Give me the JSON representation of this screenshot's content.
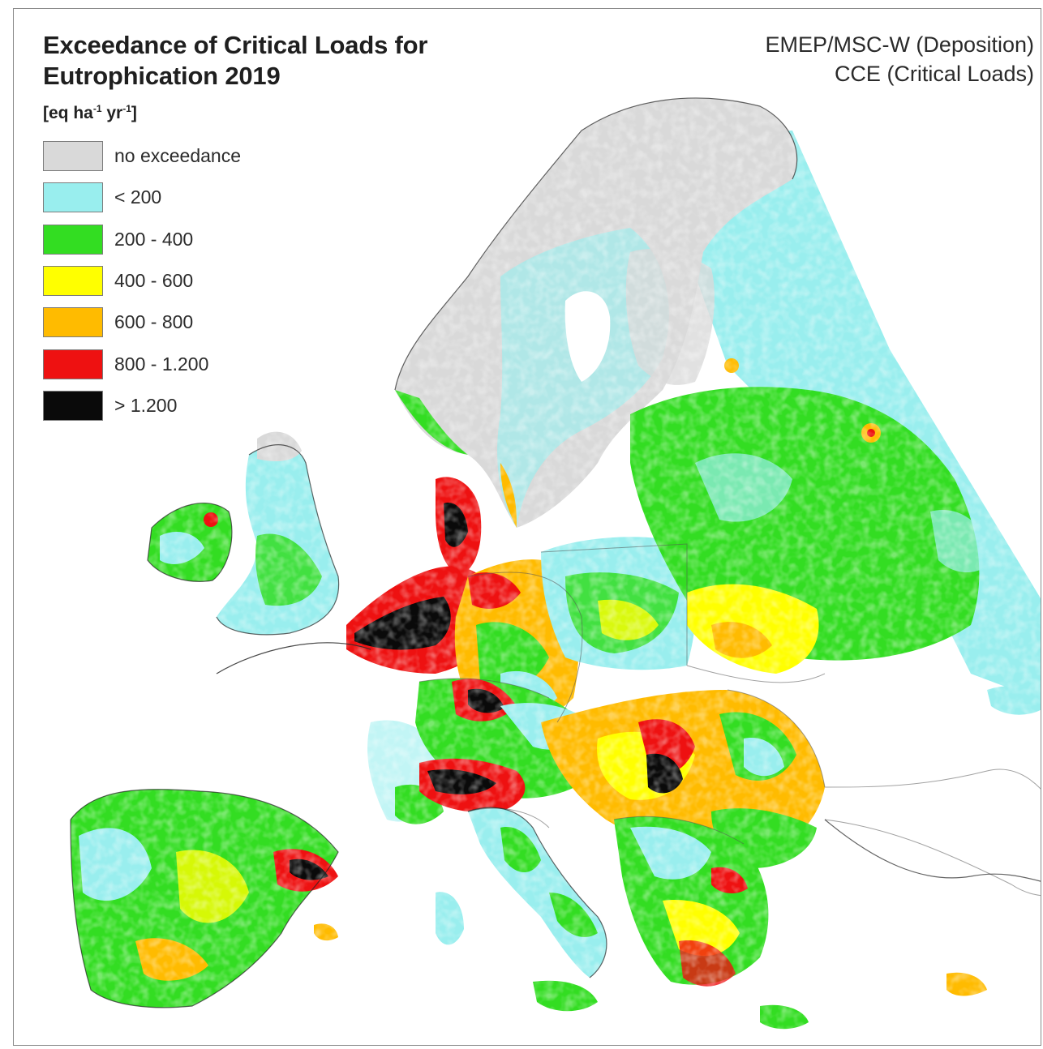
{
  "title": {
    "line1": "Exceedance of Critical Loads for",
    "line2": "Eutrophication 2019"
  },
  "credits": {
    "line1": "EMEP/MSC-W (Deposition)",
    "line2": "CCE (Critical Loads)"
  },
  "unit": {
    "prefix": "[eq ha",
    "exp1": "-1",
    "middle": " yr",
    "exp2": "-1",
    "suffix": "]"
  },
  "legend": [
    {
      "label": "no exceedance",
      "color": "#d9d9d9"
    },
    {
      "label": "< 200",
      "color": "#99eeee"
    },
    {
      "label": "200 - 400",
      "color": "#33dd22"
    },
    {
      "label": "400 - 600",
      "color": "#ffff00"
    },
    {
      "label": "600 - 800",
      "color": "#ffbb00"
    },
    {
      "label": "800 - 1.200",
      "color": "#ee1111"
    },
    {
      "label": "> 1.200",
      "color": "#0a0a0a"
    }
  ]
}
